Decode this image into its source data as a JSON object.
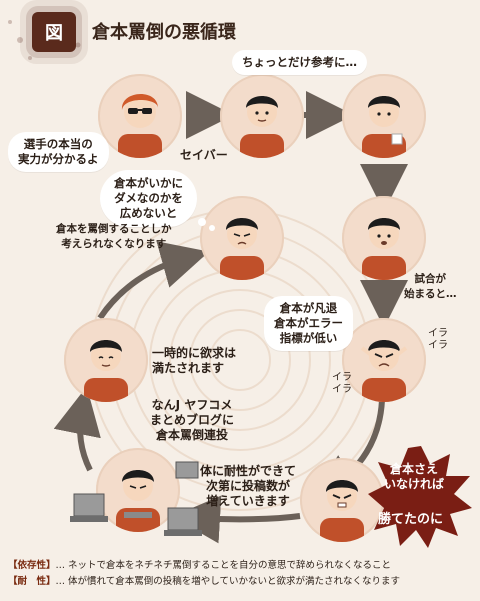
{
  "title": {
    "badge": "図",
    "text": "倉本罵倒の悪循環"
  },
  "bubbles": {
    "top_right": "ちょっとだけ参考に…",
    "sunglasses": [
      "選手の本当の",
      "実力が分かるよ"
    ],
    "thought": [
      "倉本がいかに",
      "ダメなのかを",
      "広めないと"
    ],
    "angry": [
      "倉本が凡退",
      "倉本がエラー",
      "指標が低い"
    ],
    "burst_top": [
      "倉本さえ",
      "いなければ"
    ],
    "burst_bottom": "勝てたのに"
  },
  "labels": {
    "saber": "セイバー",
    "only_think": [
      "倉本を罵倒することしか",
      "考えられなくなります"
    ],
    "game_start": [
      "試合が",
      "始まると…"
    ],
    "ira_1": [
      "イラ",
      "イラ"
    ],
    "ira_2": [
      "イラ",
      "イラ"
    ],
    "temporary": [
      "一時的に欲求は",
      "満たされます"
    ],
    "posting": [
      "なんJ ヤフコメ",
      "まとめブログに",
      "倉本罵倒連投"
    ],
    "tolerance": [
      "体に耐性ができて",
      "次第に投稿数が",
      "増えていきます"
    ]
  },
  "footer": {
    "line1_tag": "【依存性】",
    "line1_text": "… ネットで倉本をネチネチ罵倒することを自分の意思で辞められなくなること",
    "line2_tag": "【耐　性】",
    "line2_text": "… 体が慣れて倉本罵倒の投稿を増やしていかないと欲求が満たされなくなります"
  },
  "colors": {
    "accent": "#5a2a1c",
    "arrow": "#6b6159",
    "shirt": "#c0502a",
    "burst": "#7a1e14"
  }
}
